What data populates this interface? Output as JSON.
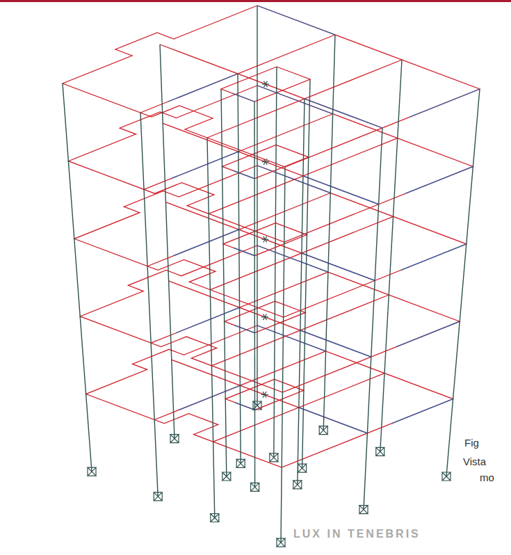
{
  "diagram": {
    "labels": [
      "Fig",
      "Vista",
      "mo",
      "LUX IN TENEBRIS"
    ]
  }
}
